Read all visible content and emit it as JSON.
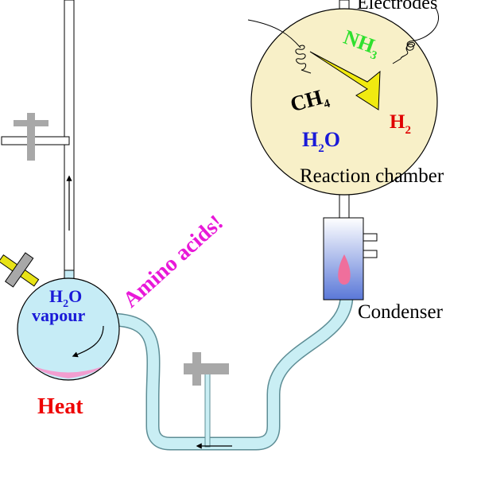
{
  "labels": {
    "electrodes": "Electrodes",
    "reaction_chamber": "Reaction chamber",
    "condenser": "Condenser",
    "heat": "Heat",
    "amino_acids": "Amino acids!"
  },
  "gases": {
    "nh3": {
      "base": "NH",
      "sub": "3"
    },
    "ch4": {
      "base": "CH",
      "sub": "4"
    },
    "h2": {
      "base": "H",
      "sub": "2"
    },
    "h2o": {
      "pre": "H",
      "sub": "2",
      "post": "O"
    }
  },
  "flask": {
    "line1": {
      "pre": "H",
      "sub": "2",
      "post": "O"
    },
    "line2": "vapour"
  },
  "colors": {
    "tube_fill": "#c9eef4",
    "tube_stroke": "#5d8d95",
    "chamber_fill": "#f8f0c8",
    "flask_fill": "#c6ecf6",
    "condenser_top": "#ffffff",
    "condenser_bottom": "#5a78d8",
    "flame": "#ef6f9c",
    "water": "#f29ed0",
    "spark": "#f1ea10",
    "valve": "#a8a8a8",
    "stopper": "#e8e316",
    "nh3": "#2fe02f",
    "ch4": "#000000",
    "h2": "#e00000",
    "h2o": "#1a1ad8",
    "heat": "#ee0000",
    "amino": "#e818d8"
  }
}
